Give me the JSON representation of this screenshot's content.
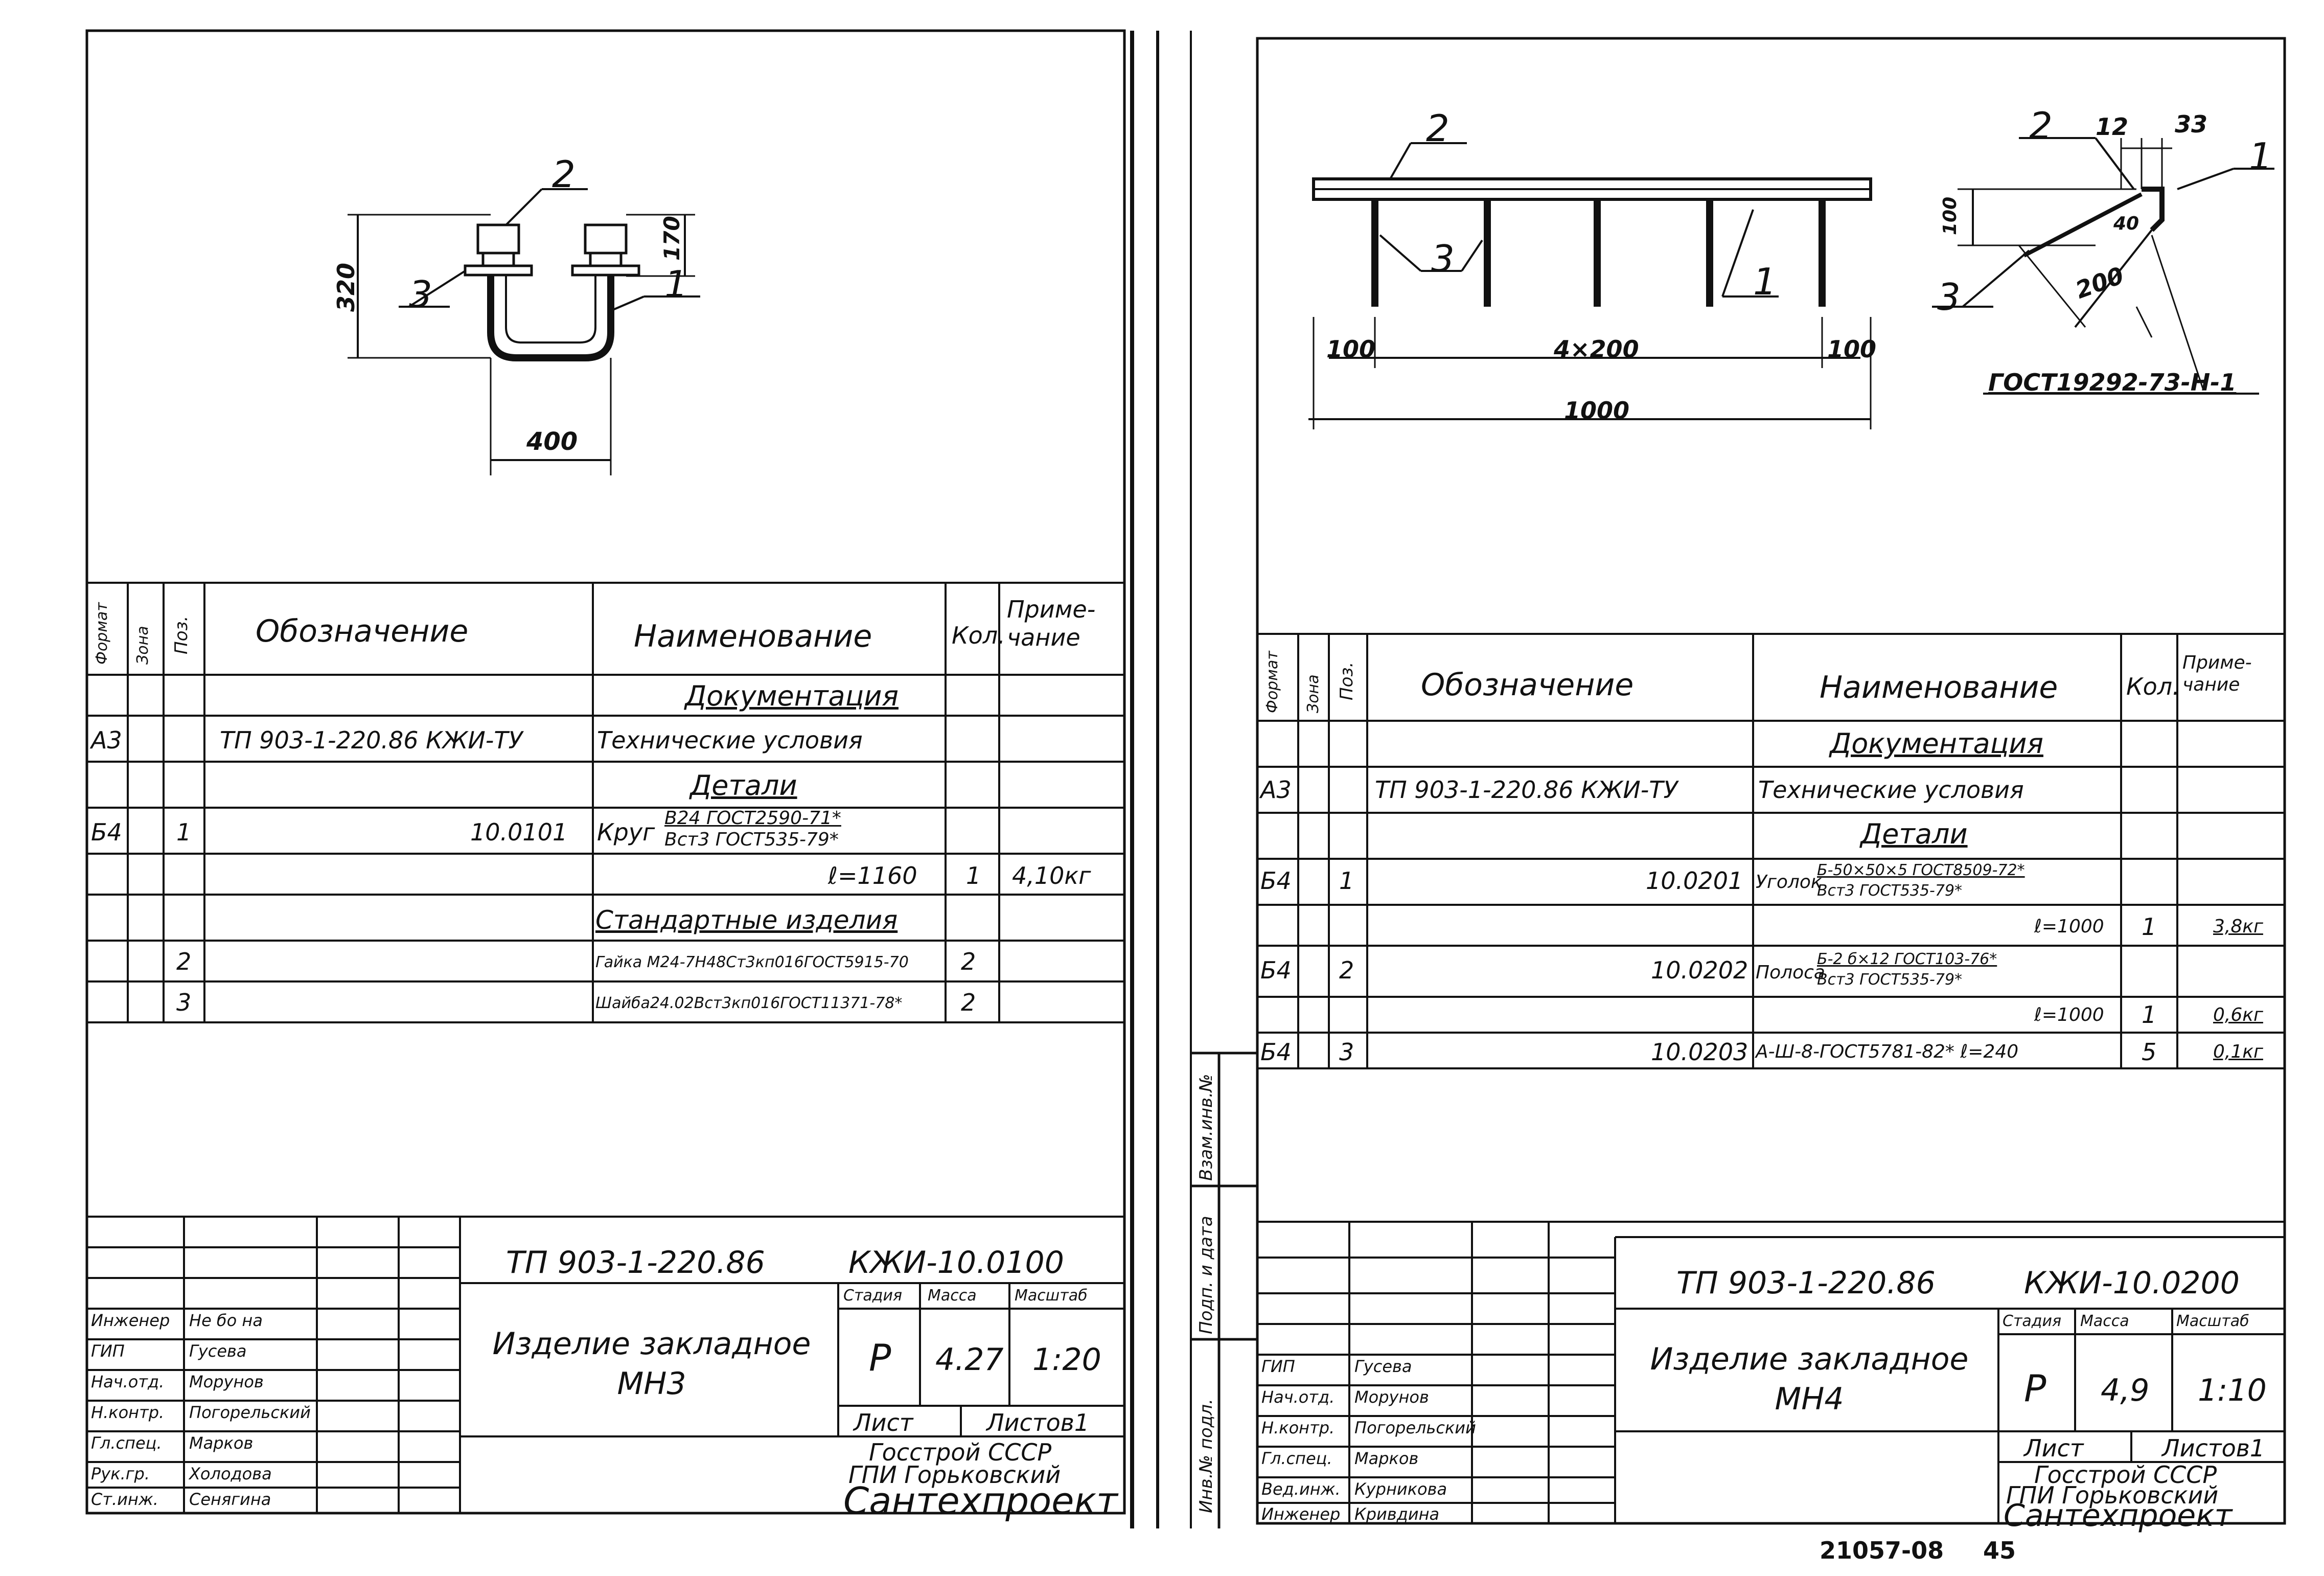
{
  "left": {
    "drawing": {
      "pos_2": "2",
      "pos_3": "3",
      "pos_1": "1",
      "dim_height": "320",
      "dim_top": "170",
      "dim_width": "400"
    },
    "table": {
      "headers": {
        "format": "Формат",
        "zone": "Зона",
        "pos": "Поз.",
        "designation": "Обозначение",
        "name": "Наименование",
        "qty": "Кол.",
        "note": "Приме-чание"
      },
      "rows": [
        {
          "name": "Документация"
        },
        {
          "format": "А3",
          "designation": "ТП 903-1-220.86 КЖИ-ТУ",
          "name": "Технические условия"
        },
        {
          "name": "Детали"
        },
        {
          "format": "Б4",
          "pos": "1",
          "designation": "10.0101",
          "name_prefix": "Круг",
          "name_top": "В24 ГОСТ2590-71*",
          "name_bottom": "Вст3 ГОСТ535-79*"
        },
        {
          "name": "ℓ=1160",
          "qty": "1",
          "note": "4,10кг"
        },
        {
          "name": "Стандартные изделия"
        },
        {
          "pos": "2",
          "name": "Гайка М24-7Н48Ст3кп016ГОСТ5915-70",
          "qty": "2"
        },
        {
          "pos": "3",
          "name": "Шайба24.02Вст3кп016ГОСТ11371-78*",
          "qty": "2"
        }
      ]
    },
    "title_block": {
      "code_project": "ТП 903-1-220.86",
      "code_doc": "КЖИ-10.0100",
      "item_name": "Изделие закладное МН3",
      "stage_label": "Стадия",
      "mass_label": "Масса",
      "scale_label": "Масштаб",
      "stage": "Р",
      "mass": "4.27",
      "scale": "1:20",
      "sheet_label": "Лист",
      "sheets_label": "Листов1",
      "org_line1": "Госстрой СССР",
      "org_line2": "ГПИ Горьковский",
      "org_line3": "Сантехпроект",
      "roles": [
        "ГИП",
        "Нач.отд.",
        "Н.контр.",
        "Гл.спец.",
        "Рук.гр.",
        "Ст.инж.",
        "Инженер"
      ],
      "names": [
        "Гусева",
        "Морунов",
        "Погорельский",
        "Марков",
        "Холодова",
        "Сенягина",
        "Не бо на"
      ]
    }
  },
  "right": {
    "drawing": {
      "pos_2": "2",
      "pos_3": "3",
      "pos_1": "1",
      "dim_left": "100",
      "dim_mid": "4×200",
      "dim_right": "100",
      "dim_total": "1000",
      "side_pos_2": "2",
      "side_12": "12",
      "side_33": "33",
      "side_pos_1": "1",
      "side_100": "100",
      "side_40": "40",
      "side_200": "200",
      "side_pos_3": "3",
      "gost": "ГОСТ19292-73-Н-1"
    },
    "table": {
      "headers": {
        "format": "Формат",
        "zone": "Зона",
        "pos": "Поз.",
        "designation": "Обозначение",
        "name": "Наименование",
        "qty": "Кол.",
        "note": "Приме-чание"
      },
      "rows": [
        {
          "name": "Документация"
        },
        {
          "format": "А3",
          "designation": "ТП 903-1-220.86 КЖИ-ТУ",
          "name": "Технические условия"
        },
        {
          "name": "Детали"
        },
        {
          "format": "Б4",
          "pos": "1",
          "designation": "10.0201",
          "name_prefix": "Уголок",
          "name_top": "Б-50×50×5 ГОСТ8509-72*",
          "name_bottom": "Вст3 ГОСТ535-79*"
        },
        {
          "name": "ℓ=1000",
          "qty": "1",
          "note": "3,8кг"
        },
        {
          "format": "Б4",
          "pos": "2",
          "designation": "10.0202",
          "name_prefix": "Полоса",
          "name_top": "Б-2 б×12 ГОСТ103-76*",
          "name_bottom": "Вст3 ГОСТ535-79*"
        },
        {
          "name": "ℓ=1000",
          "qty": "1",
          "note": "0,6кг"
        },
        {
          "format": "Б4",
          "pos": "3",
          "designation": "10.0203",
          "name": "А-Ш-8-ГОСТ5781-82* ℓ=240",
          "qty": "5",
          "note": "0,1кг"
        }
      ]
    },
    "title_block": {
      "code_project": "ТП 903-1-220.86",
      "code_doc": "КЖИ-10.0200",
      "item_name": "Изделие закладное МН4",
      "stage_label": "Стадия",
      "mass_label": "Масса",
      "scale_label": "Масштаб",
      "stage": "Р",
      "mass": "4,9",
      "scale": "1:10",
      "sheet_label": "Лист",
      "sheets_label": "Листов1",
      "org_line1": "Госстрой СССР",
      "org_line2": "ГПИ Горьковский",
      "org_line3": "Сантехпроект",
      "roles": [
        "ГИП",
        "Нач.отд.",
        "Н.контр.",
        "Гл.спец.",
        "Вед.инж.",
        "Инженер"
      ],
      "names": [
        "Гусева",
        "Морунов",
        "Погорельский",
        "Марков",
        "Курникова",
        "Кривдина"
      ]
    }
  },
  "margin": {
    "inv_sub": "Взам.инв.№",
    "sign_date": "Подп. и дата",
    "inv_orig": "Инв.№ подл."
  },
  "footer": {
    "stamp": "21057-08",
    "page": "45"
  }
}
